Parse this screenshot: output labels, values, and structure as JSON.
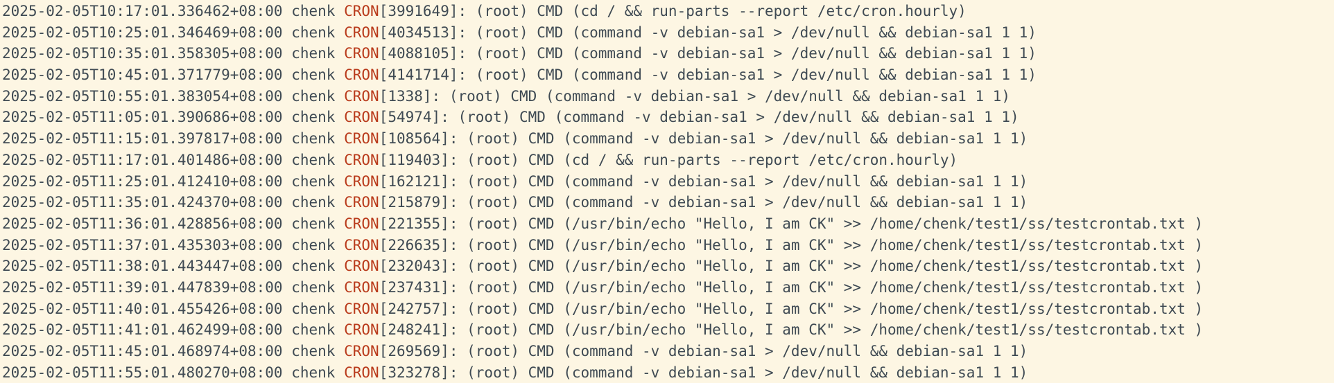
{
  "colors": {
    "background": "#fdf6e3",
    "text": "#3f4a53",
    "process_name": "#b93a1b"
  },
  "log": {
    "lines": [
      {
        "ts": "2025-02-05T10:17:01.336462+08:00",
        "host": "chenk",
        "proc": "CRON",
        "pid": "[3991649]:",
        "msg": "(root) CMD (cd / && run-parts --report /etc/cron.hourly)"
      },
      {
        "ts": "2025-02-05T10:25:01.346469+08:00",
        "host": "chenk",
        "proc": "CRON",
        "pid": "[4034513]:",
        "msg": "(root) CMD (command -v debian-sa1 > /dev/null && debian-sa1 1 1)"
      },
      {
        "ts": "2025-02-05T10:35:01.358305+08:00",
        "host": "chenk",
        "proc": "CRON",
        "pid": "[4088105]:",
        "msg": "(root) CMD (command -v debian-sa1 > /dev/null && debian-sa1 1 1)"
      },
      {
        "ts": "2025-02-05T10:45:01.371779+08:00",
        "host": "chenk",
        "proc": "CRON",
        "pid": "[4141714]:",
        "msg": "(root) CMD (command -v debian-sa1 > /dev/null && debian-sa1 1 1)"
      },
      {
        "ts": "2025-02-05T10:55:01.383054+08:00",
        "host": "chenk",
        "proc": "CRON",
        "pid": "[1338]:",
        "msg": "(root) CMD (command -v debian-sa1 > /dev/null && debian-sa1 1 1)"
      },
      {
        "ts": "2025-02-05T11:05:01.390686+08:00",
        "host": "chenk",
        "proc": "CRON",
        "pid": "[54974]:",
        "msg": "(root) CMD (command -v debian-sa1 > /dev/null && debian-sa1 1 1)"
      },
      {
        "ts": "2025-02-05T11:15:01.397817+08:00",
        "host": "chenk",
        "proc": "CRON",
        "pid": "[108564]:",
        "msg": "(root) CMD (command -v debian-sa1 > /dev/null && debian-sa1 1 1)"
      },
      {
        "ts": "2025-02-05T11:17:01.401486+08:00",
        "host": "chenk",
        "proc": "CRON",
        "pid": "[119403]:",
        "msg": "(root) CMD (cd / && run-parts --report /etc/cron.hourly)"
      },
      {
        "ts": "2025-02-05T11:25:01.412410+08:00",
        "host": "chenk",
        "proc": "CRON",
        "pid": "[162121]:",
        "msg": "(root) CMD (command -v debian-sa1 > /dev/null && debian-sa1 1 1)"
      },
      {
        "ts": "2025-02-05T11:35:01.424370+08:00",
        "host": "chenk",
        "proc": "CRON",
        "pid": "[215879]:",
        "msg": "(root) CMD (command -v debian-sa1 > /dev/null && debian-sa1 1 1)"
      },
      {
        "ts": "2025-02-05T11:36:01.428856+08:00",
        "host": "chenk",
        "proc": "CRON",
        "pid": "[221355]:",
        "msg": "(root) CMD (/usr/bin/echo \"Hello, I am CK\" >> /home/chenk/test1/ss/testcrontab.txt )"
      },
      {
        "ts": "2025-02-05T11:37:01.435303+08:00",
        "host": "chenk",
        "proc": "CRON",
        "pid": "[226635]:",
        "msg": "(root) CMD (/usr/bin/echo \"Hello, I am CK\" >> /home/chenk/test1/ss/testcrontab.txt )"
      },
      {
        "ts": "2025-02-05T11:38:01.443447+08:00",
        "host": "chenk",
        "proc": "CRON",
        "pid": "[232043]:",
        "msg": "(root) CMD (/usr/bin/echo \"Hello, I am CK\" >> /home/chenk/test1/ss/testcrontab.txt )"
      },
      {
        "ts": "2025-02-05T11:39:01.447839+08:00",
        "host": "chenk",
        "proc": "CRON",
        "pid": "[237431]:",
        "msg": "(root) CMD (/usr/bin/echo \"Hello, I am CK\" >> /home/chenk/test1/ss/testcrontab.txt )"
      },
      {
        "ts": "2025-02-05T11:40:01.455426+08:00",
        "host": "chenk",
        "proc": "CRON",
        "pid": "[242757]:",
        "msg": "(root) CMD (/usr/bin/echo \"Hello, I am CK\" >> /home/chenk/test1/ss/testcrontab.txt )"
      },
      {
        "ts": "2025-02-05T11:41:01.462499+08:00",
        "host": "chenk",
        "proc": "CRON",
        "pid": "[248241]:",
        "msg": "(root) CMD (/usr/bin/echo \"Hello, I am CK\" >> /home/chenk/test1/ss/testcrontab.txt )"
      },
      {
        "ts": "2025-02-05T11:45:01.468974+08:00",
        "host": "chenk",
        "proc": "CRON",
        "pid": "[269569]:",
        "msg": "(root) CMD (command -v debian-sa1 > /dev/null && debian-sa1 1 1)"
      },
      {
        "ts": "2025-02-05T11:55:01.480270+08:00",
        "host": "chenk",
        "proc": "CRON",
        "pid": "[323278]:",
        "msg": "(root) CMD (command -v debian-sa1 > /dev/null && debian-sa1 1 1)"
      }
    ]
  }
}
